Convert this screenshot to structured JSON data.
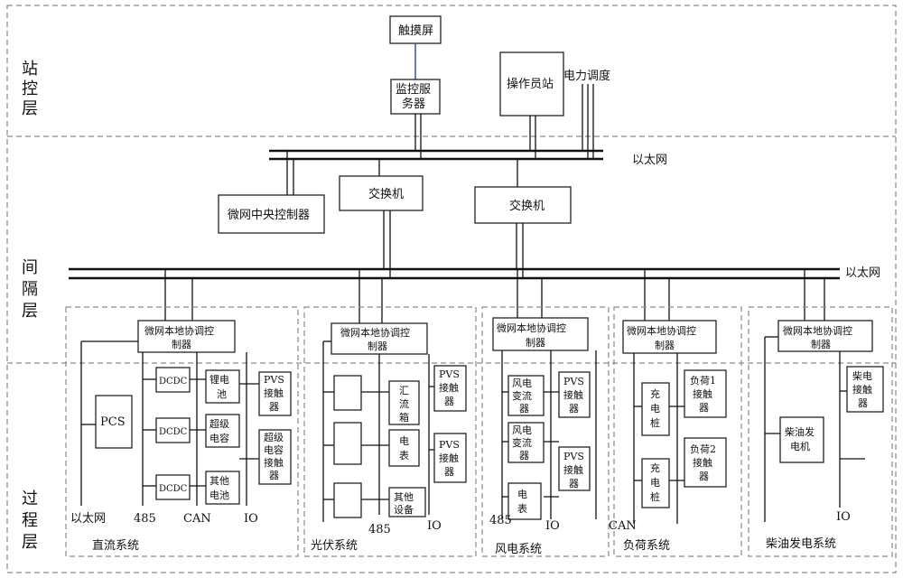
{
  "layers": {
    "station": [
      "站",
      "控",
      "层"
    ],
    "bay": [
      "间",
      "隔",
      "层"
    ],
    "process": [
      "过",
      "程",
      "层"
    ]
  },
  "top": {
    "touchscreen": "触摸屏",
    "monitor_server": [
      "监控服",
      "务器"
    ],
    "operator_station": "操作员站",
    "power_dispatch": "电力调度"
  },
  "mid": {
    "ethernet_top": "以太网",
    "central_controller": "微网中央控制器",
    "switch": "交换机",
    "ethernet_bay": "以太网"
  },
  "local_controller": [
    "微网本地协调控",
    "制器"
  ],
  "dc": {
    "title": "直流系统",
    "pcs": "PCS",
    "dcdc": "DCDC",
    "lithium": [
      "锂电",
      "池"
    ],
    "supercap": [
      "超级",
      "电容"
    ],
    "other_battery": [
      "其他",
      "电池"
    ],
    "pvs_contactor": [
      "PVS",
      "接触",
      "器"
    ],
    "supercap_contactor": [
      "超级",
      "电容",
      "接触",
      "器"
    ],
    "bus_labels": [
      "以太网",
      "485",
      "CAN",
      "IO"
    ]
  },
  "pv": {
    "title": "光伏系统",
    "combiner": [
      "汇",
      "流",
      "箱"
    ],
    "meter": [
      "电",
      "表"
    ],
    "other_equipment": [
      "其他",
      "设备"
    ],
    "pvs_contactor": [
      "PVS",
      "接触",
      "器"
    ],
    "bus_labels": [
      "485",
      "IO"
    ]
  },
  "wind": {
    "title": "风电系统",
    "converter": [
      "风电",
      "变流",
      "器"
    ],
    "meter": [
      "电",
      "表"
    ],
    "pvs_contactor": [
      "PVS",
      "接触",
      "器"
    ],
    "bus_labels": [
      "485",
      "IO",
      "CAN"
    ]
  },
  "load": {
    "title": "负荷系统",
    "charging_pile": [
      "充",
      "电",
      "桩"
    ],
    "charging_pile2": [
      "充",
      "电",
      "桩"
    ],
    "load1": [
      "负荷1",
      "接触",
      "器"
    ],
    "load2": [
      "负荷2",
      "接触",
      "器"
    ]
  },
  "diesel": {
    "title": "柴油发电系统",
    "generator": [
      "柴油发",
      "电机"
    ],
    "contactor": [
      "柴电",
      "接触",
      "器"
    ],
    "bus_labels": [
      "IO"
    ]
  }
}
